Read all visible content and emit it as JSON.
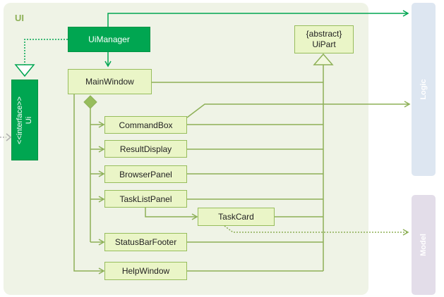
{
  "packages": {
    "ui": "UI",
    "logic": "Logic",
    "model": "Model"
  },
  "classes": {
    "ui_manager": "UiManager",
    "ui_interface_stereotype": "<<interface>>",
    "ui_interface_name": "Ui",
    "ui_part_stereotype": "{abstract}",
    "ui_part_name": "UiPart",
    "main_window": "MainWindow",
    "command_box": "CommandBox",
    "result_display": "ResultDisplay",
    "browser_panel": "BrowserPanel",
    "task_list_panel": "TaskListPanel",
    "task_card": "TaskCard",
    "status_bar_footer": "StatusBarFooter",
    "help_window": "HelpWindow"
  },
  "colors": {
    "package_ui": "#eff3e6",
    "package_logic": "#dde6f1",
    "package_model": "#e3dde9",
    "accent_green": "#00a651",
    "class_fill": "#eaf5c7",
    "class_border": "#97bd5c",
    "line_green": "#8db057"
  }
}
